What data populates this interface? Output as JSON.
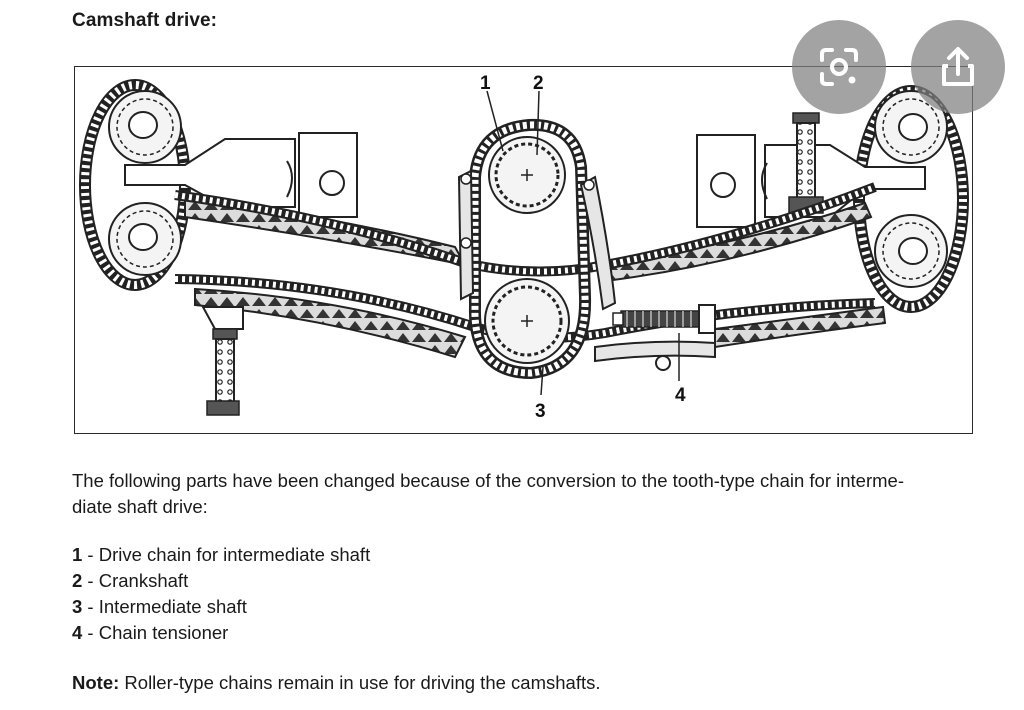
{
  "document": {
    "title": "Camshaft drive:",
    "intro_line1": "The following parts have been changed because of the conversion to the tooth-type chain for interme-",
    "intro_line2": "diate shaft drive:",
    "parts": [
      {
        "num": "1",
        "sep": " - ",
        "label": "Drive chain for intermediate shaft"
      },
      {
        "num": "2",
        "sep": " - ",
        "label": "Crankshaft"
      },
      {
        "num": "3",
        "sep": " - ",
        "label": "Intermediate shaft"
      },
      {
        "num": "4",
        "sep": " - ",
        "label": "Chain tensioner"
      }
    ],
    "note_label": "Note:",
    "note_text": " Roller-type chains remain in use for driving the camshafts."
  },
  "figure": {
    "callouts": [
      "1",
      "2",
      "3",
      "4"
    ]
  },
  "overlay": {
    "lens_icon": "lens-scan-icon",
    "share_icon": "share-icon",
    "button_color": "#808080"
  }
}
